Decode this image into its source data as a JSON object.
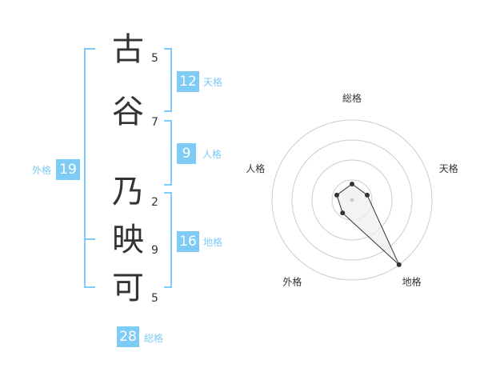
{
  "name": {
    "surname": [
      {
        "char": "古",
        "strokes": "5"
      },
      {
        "char": "谷",
        "strokes": "7"
      }
    ],
    "given": [
      {
        "char": "乃",
        "strokes": "2"
      },
      {
        "char": "映",
        "strokes": "9"
      },
      {
        "char": "可",
        "strokes": "5"
      }
    ]
  },
  "fortunes": {
    "tenkaku": {
      "value": "12",
      "label": "天格"
    },
    "jinkaku": {
      "value": "9",
      "label": "人格"
    },
    "chikaku": {
      "value": "16",
      "label": "地格"
    },
    "gaikaku": {
      "value": "19",
      "label": "外格"
    },
    "soukaku": {
      "value": "28",
      "label": "総格"
    }
  },
  "colors": {
    "accent": "#7ecbf5",
    "text": "#333333",
    "grid": "#cccccc",
    "fill": "#eeeeee"
  },
  "chart_data": {
    "type": "radar",
    "axes": [
      "総格",
      "天格",
      "地格",
      "外格",
      "人格"
    ],
    "values": [
      1,
      1,
      5,
      1,
      1
    ],
    "rmax": 5,
    "rings": 4
  }
}
